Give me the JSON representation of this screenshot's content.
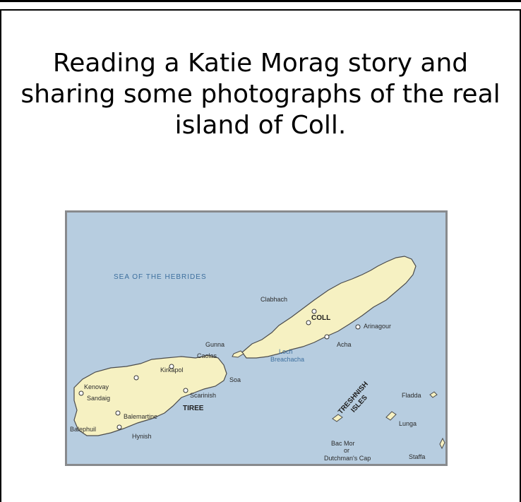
{
  "caption": "Reading a Katie Morag story and sharing some photographs of the real island of Coll.",
  "map": {
    "colors": {
      "sea": "#b7cde0",
      "land": "#f6f1c2",
      "coast": "#4b4b4b",
      "water_text": "#3d6f9e"
    },
    "labels": {
      "sea": "SEA OF THE HEBRIDES",
      "clabhach": "Clabhach",
      "coll": "COLL",
      "arinagour": "Arinagour",
      "acha": "Acha",
      "gunna": "Gunna",
      "loch1": "Loch",
      "loch2": "Breachacha",
      "caolas": "Caolas",
      "kirkapol": "Kirkapol",
      "kenovay": "Kenovay",
      "sandaig": "Sandaig",
      "soa": "Soa",
      "scarinish": "Scarinish",
      "tiree": "TIREE",
      "balemartine": "Balemartine",
      "balephuil": "Balephuil",
      "hynish": "Hynish",
      "fladda": "Fladda",
      "treshnish1": "TRESHNISH",
      "treshnish2": "ISLES",
      "lunga": "Lunga",
      "bacmor1": "Bac Mor",
      "bacmor2": "or",
      "bacmor3": "Dutchman's Cap",
      "staffa": "Staffa"
    }
  }
}
